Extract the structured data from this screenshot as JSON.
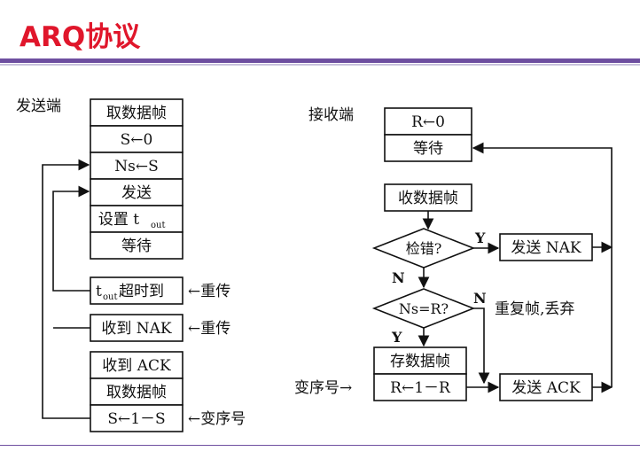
{
  "title": "ARQ协议",
  "sender": {
    "label": "发送端",
    "steps": [
      "取数据帧",
      "S←0",
      "Ns←S",
      "发送",
      "设置 t",
      "等待"
    ],
    "timer_sub": "out",
    "events": [
      {
        "prefix": "t",
        "sub": "out",
        "text": " 超时到",
        "note": "←重传"
      },
      {
        "prefix": "",
        "sub": "",
        "text": "收到 NAK",
        "note": "←重传"
      }
    ],
    "ack_steps": [
      "收到 ACK",
      "取数据帧",
      "S←1－S"
    ],
    "ack_note": "←变序号"
  },
  "receiver": {
    "label": "接收端",
    "init": [
      "R←0",
      "等待"
    ],
    "receive": "收数据帧",
    "check_error": "检错?",
    "check_seq": "Ns=R?",
    "yes": "Y",
    "no": "N",
    "send_nak": "发送 NAK",
    "duplicate": "重复帧,丢弃",
    "store": "存数据帧",
    "update": "R←1－R",
    "update_note": "变序号→",
    "send_ack": "发送 ACK"
  }
}
